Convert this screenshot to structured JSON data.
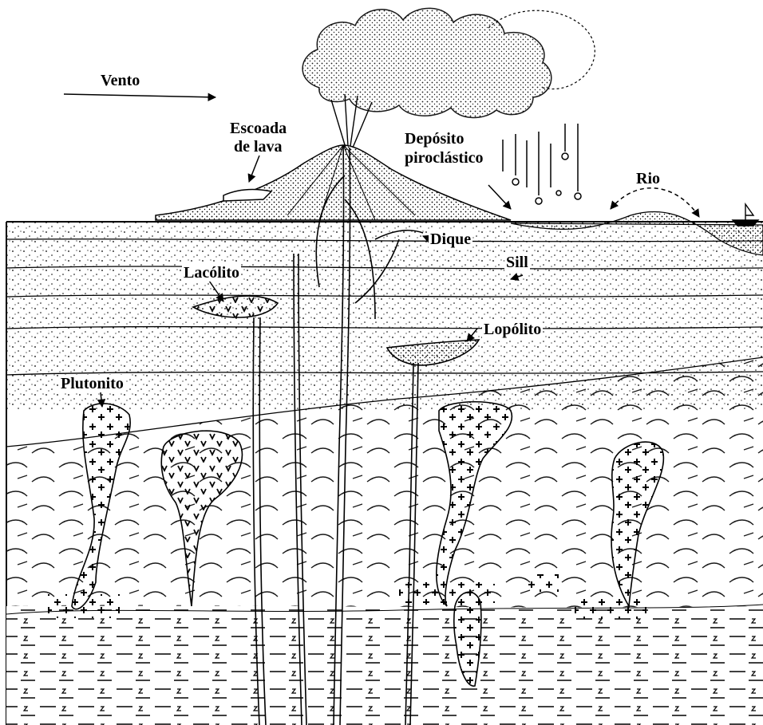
{
  "diagram": {
    "labels": {
      "wind": "Vento",
      "lava_flow_line1": "Escoada",
      "lava_flow_line2": "de lava",
      "pyroclastic_line1": "Depósito",
      "pyroclastic_line2": "piroclástico",
      "river": "Rio",
      "dike": "Dique",
      "sill": "Sill",
      "laccolith": "Lacólito",
      "lopolith": "Lopólito",
      "pluton": "Plutonito"
    }
  }
}
